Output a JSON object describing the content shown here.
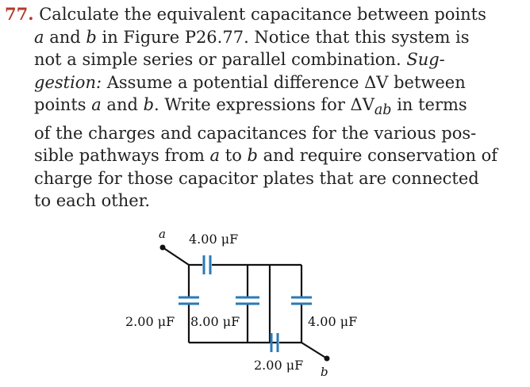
{
  "problem": {
    "number": "77.",
    "lines": [
      [
        "Calculate the equivalent capacitance between points"
      ],
      [
        "a",
        " and ",
        "b",
        " in Figure P26.77. Notice that this system is"
      ],
      [
        "not a simple series or parallel combination. ",
        "Sug-"
      ],
      [
        "gestion:",
        " Assume a potential difference ΔV between"
      ],
      [
        "points ",
        "a",
        " and ",
        "b",
        ". Write expressions for ΔV",
        "ab",
        " in terms"
      ],
      [
        "of the charges and capacitances for the various pos-"
      ],
      [
        "sible pathways from ",
        "a",
        " to ",
        "b",
        " and require conservation of"
      ],
      [
        "charge for those capacitor plates that are connected"
      ],
      [
        "to each other."
      ]
    ]
  },
  "figure": {
    "point_a": "a",
    "point_b": "b",
    "cap_top": "4.00 μF",
    "cap_left": "2.00 μF",
    "cap_mid": "8.00 μF",
    "cap_right": "4.00 μF",
    "cap_bottom": "2.00 μF"
  },
  "colors": {
    "number": "#b33a2a",
    "plates": "#2a7ab8"
  }
}
